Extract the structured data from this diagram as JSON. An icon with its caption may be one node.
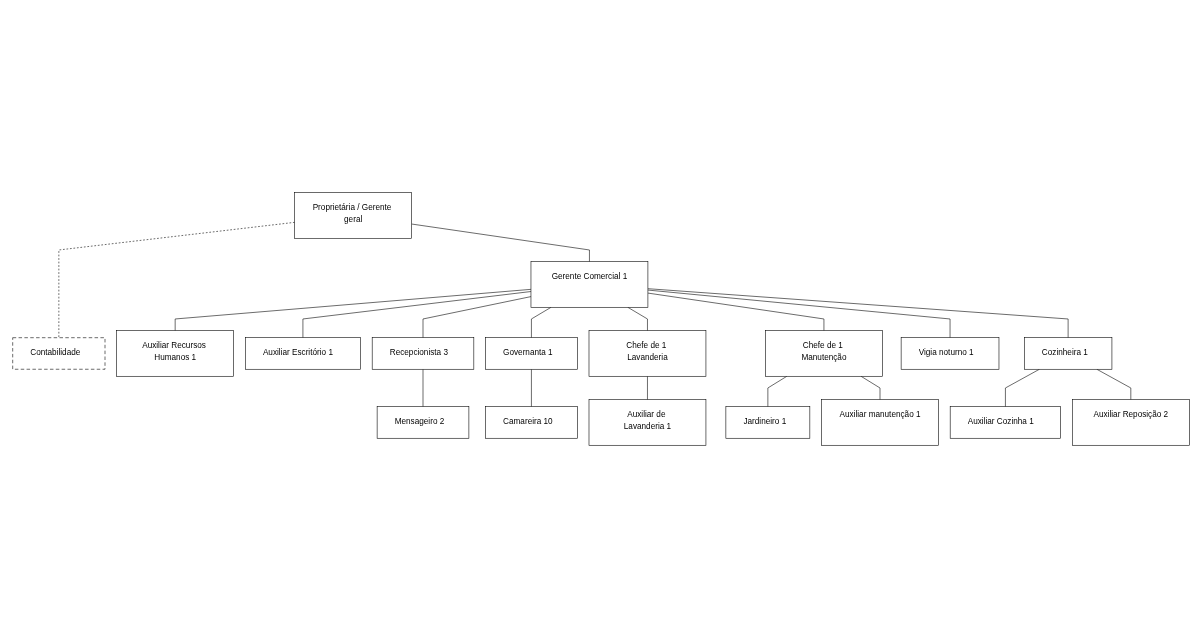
{
  "diagram": {
    "nodes": [
      {
        "text": [
          "Proprietária / Gerente geral"
        ]
      },
      {
        "text": [
          "Gerente Comercial 1"
        ]
      },
      {
        "text": [
          "Contabilidade"
        ]
      },
      {
        "text": [
          "Auxiliar Recursos Humanos 1"
        ]
      },
      {
        "text": [
          "Auxiliar Escritório 1"
        ]
      },
      {
        "text": [
          "Recepcionista 3"
        ]
      },
      {
        "text": [
          "Governanta 1"
        ]
      },
      {
        "text": [
          "Chefe de 1 Lavanderia"
        ]
      },
      {
        "text": [
          "Chefe de 1 Manutenção"
        ]
      },
      {
        "text": [
          "Vigia noturno 1"
        ]
      },
      {
        "text": [
          "Cozinheira 1"
        ]
      },
      {
        "text": [
          "Mensageiro 2"
        ]
      },
      {
        "text": [
          "Camareira 10"
        ]
      },
      {
        "text": [
          "Auxiliar de Lavanderia 1"
        ]
      },
      {
        "text": [
          "Jardineiro 1"
        ]
      },
      {
        "text": [
          "Auxiliar manutenção 1"
        ]
      },
      {
        "text": [
          "Auxiliar Cozinha 1"
        ]
      },
      {
        "text": [
          "Auxiliar Reposição 2"
        ]
      }
    ],
    "edges": [
      {
        "from": 0,
        "to": 1,
        "arrow": "none"
      },
      {
        "from": 0,
        "to": 2,
        "arrow": "none",
        "style": "dashed"
      },
      {
        "from": 1,
        "to": 3,
        "arrow": "none"
      },
      {
        "from": 1,
        "to": 4,
        "arrow": "none"
      },
      {
        "from": 1,
        "to": 5,
        "arrow": "none"
      },
      {
        "from": 1,
        "to": 6,
        "arrow": "none"
      },
      {
        "from": 1,
        "to": 7,
        "arrow": "none"
      },
      {
        "from": 1,
        "to": 8,
        "arrow": "none"
      },
      {
        "from": 1,
        "to": 9,
        "arrow": "none"
      },
      {
        "from": 1,
        "to": 10,
        "arrow": "none"
      },
      {
        "from": 5,
        "to": 11,
        "arrow": "none"
      },
      {
        "from": 6,
        "to": 12,
        "arrow": "none"
      },
      {
        "from": 7,
        "to": 13,
        "arrow": "none"
      },
      {
        "from": 8,
        "to": 14,
        "arrow": "none"
      },
      {
        "from": 8,
        "to": 15,
        "arrow": "none"
      },
      {
        "from": 10,
        "to": 16,
        "arrow": "none"
      },
      {
        "from": 10,
        "to": 17,
        "arrow": "none"
      }
    ]
  }
}
